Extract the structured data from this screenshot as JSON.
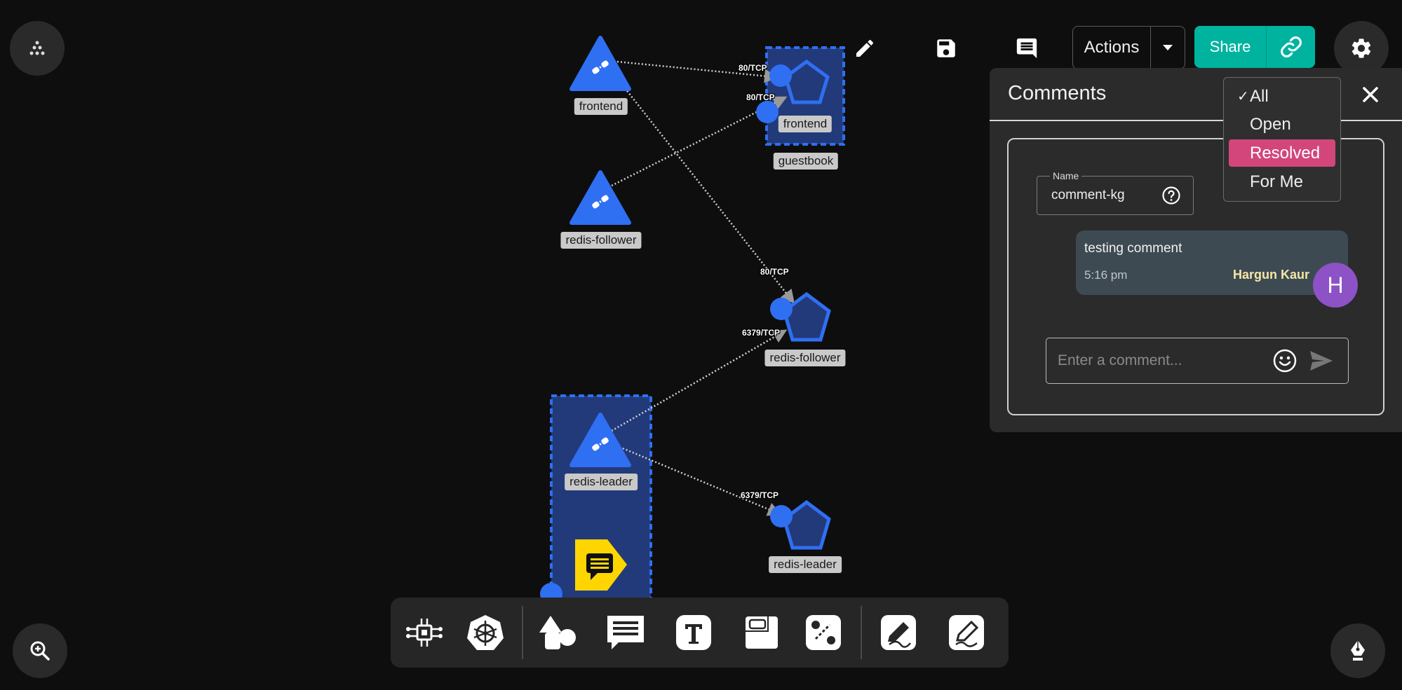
{
  "canvas": {
    "nodes": {
      "frontend_deploy": "frontend",
      "redis_follower_deploy": "redis-follower",
      "frontend_svc": "frontend",
      "guestbook_group": "guestbook",
      "redis_follower_svc": "redis-follower",
      "redis_leader_deploy": "redis-leader",
      "redis_leader_svc": "redis-leader"
    },
    "edges": {
      "e1": "80/TCP",
      "e2": "80/TCP",
      "e3": "80/TCP",
      "e4": "6379/TCP",
      "e5": "6379/TCP"
    }
  },
  "topbar": {
    "actions_label": "Actions",
    "share_label": "Share"
  },
  "comments": {
    "title": "Comments",
    "name_legend": "Name",
    "name_value": "comment-kg",
    "thread": {
      "text": "testing comment",
      "time": "5:16 pm",
      "author": "Hargun Kaur",
      "avatar_initial": "H"
    },
    "input_placeholder": "Enter a comment..."
  },
  "filter": {
    "options": [
      {
        "label": "All",
        "checked": true,
        "check_mark": "✓"
      },
      {
        "label": "Open"
      },
      {
        "label": "Resolved",
        "highlighted": true
      },
      {
        "label": "For Me"
      }
    ]
  },
  "colors": {
    "node_blue": "#2f6ff2",
    "group_fill": "#223a7a",
    "share_green": "#00b39f",
    "highlight_pink": "#d3467b",
    "avatar_purple": "#8c52c6",
    "comment_yellow": "#ffd500"
  },
  "toolbar_icons": [
    "components-icon",
    "kubernetes-icon",
    "shapes-icon",
    "comment-icon",
    "text-icon",
    "section-icon",
    "connector-icon",
    "pen-icon",
    "pencil-icon"
  ]
}
